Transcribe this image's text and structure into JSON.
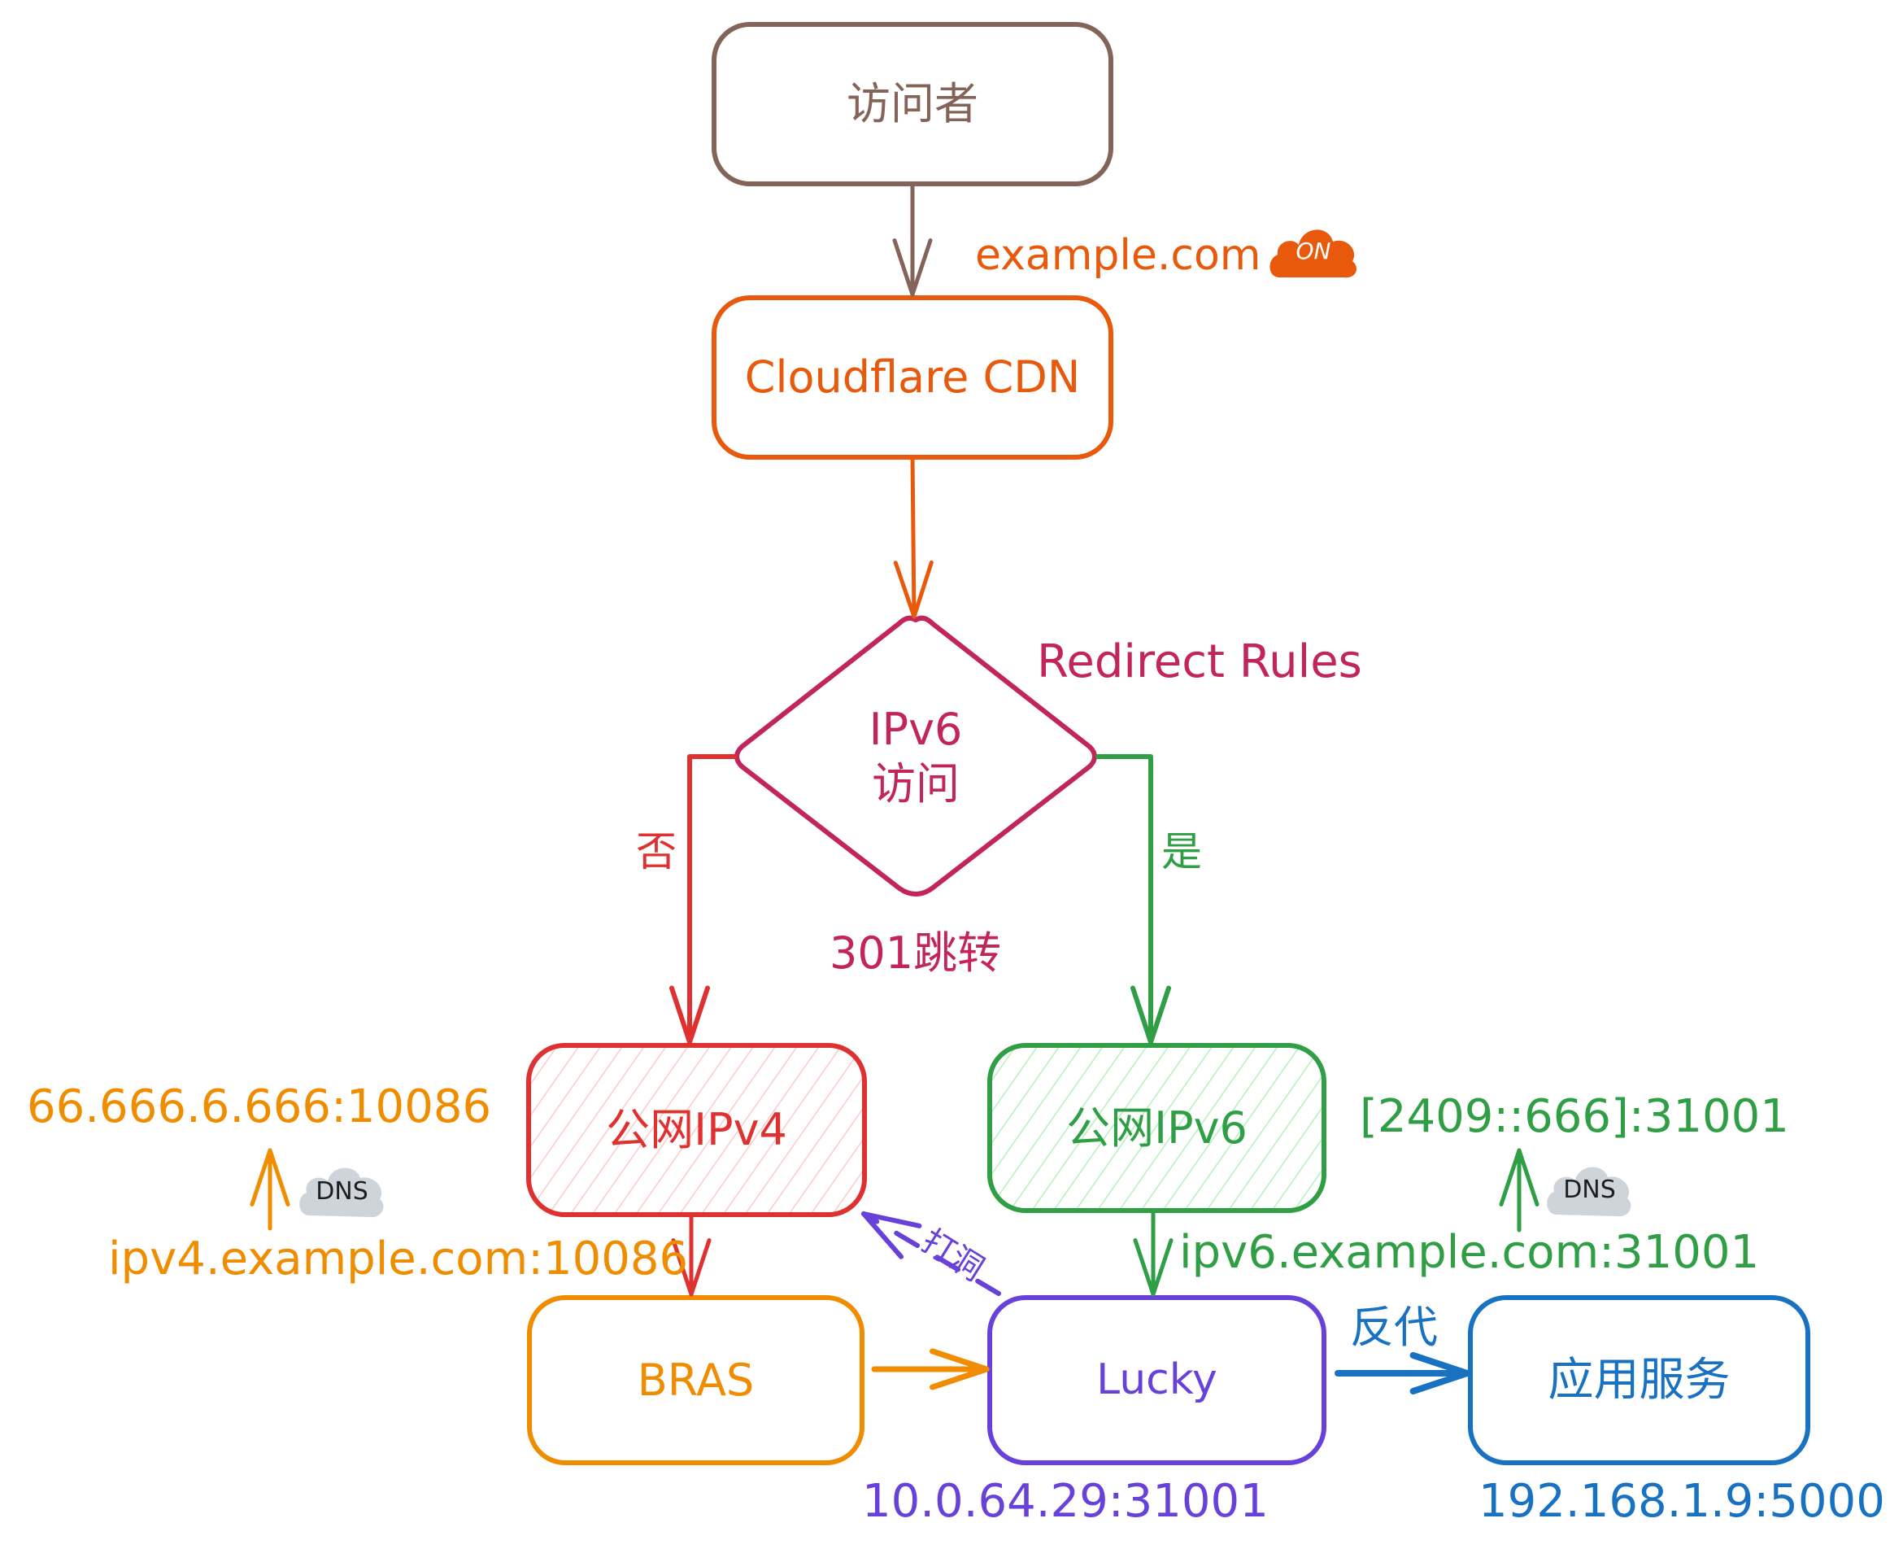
{
  "colors": {
    "visitor": "#846358",
    "cloudflare": "#e8590c",
    "decision": "#c2255c",
    "no_branch": "#e03131",
    "yes_branch": "#2f9e44",
    "ipv4_hatch": "#ffc9c9",
    "ipv6_hatch": "#b2f2bb",
    "bras": "#f08c00",
    "lucky": "#6741d9",
    "app": "#1971c2",
    "dns_cloud": "#ced4da",
    "dns_text": "#1e1e1e",
    "on_text": "#ffffff"
  },
  "nodes": {
    "visitor": {
      "label": "访问者"
    },
    "cloudflare": {
      "label": "Cloudflare CDN"
    },
    "decision": {
      "line1": "IPv6",
      "line2": "访问"
    },
    "ipv4": {
      "label": "公网IPv4"
    },
    "ipv6": {
      "label": "公网IPv6"
    },
    "bras": {
      "label": "BRAS"
    },
    "lucky": {
      "label": "Lucky"
    },
    "app": {
      "label": "应用服务"
    }
  },
  "annotations": {
    "domain": "example.com",
    "proxy_badge": "ON",
    "redirect_rules": "Redirect Rules",
    "no": "否",
    "yes": "是",
    "redirect_301": "301跳转",
    "ipv4_public_addr": "66.666.6.666:10086",
    "ipv4_domain": "ipv4.example.com:10086",
    "ipv6_public_addr": "[2409::666]:31001",
    "ipv6_domain": "ipv6.example.com:31001",
    "dns_left": "DNS",
    "dns_right": "DNS",
    "hole_punch": "打洞",
    "reverse_proxy": "反代",
    "lucky_addr": "10.0.64.29:31001",
    "app_addr": "192.168.1.9:5000"
  }
}
